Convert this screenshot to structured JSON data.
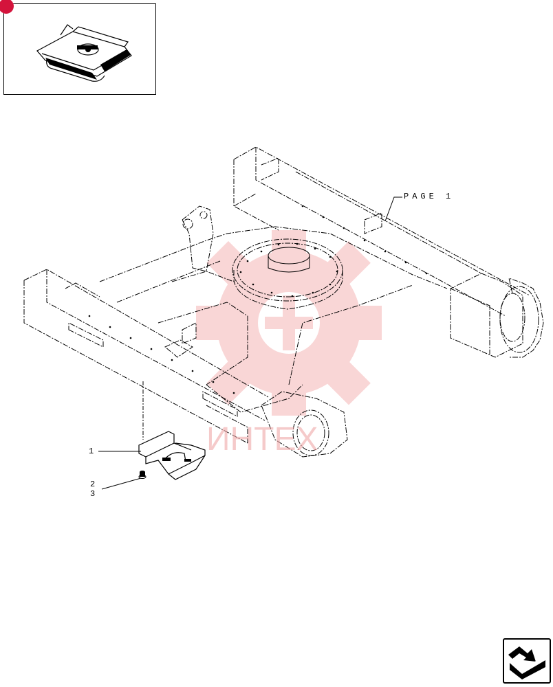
{
  "callouts": {
    "item1": "1",
    "item2": "2",
    "item3": "3",
    "page_ref": "PAGE 1"
  },
  "watermark": {
    "text": "ИНТЕХ",
    "color": "#f08080"
  },
  "icons": {
    "thumbnail_badge": "red-dot-icon",
    "nav": "arrow-bend-icon"
  },
  "colors": {
    "line": "#000000",
    "badge": "#d4143c",
    "watermark_logo": "#f5b5b5"
  }
}
